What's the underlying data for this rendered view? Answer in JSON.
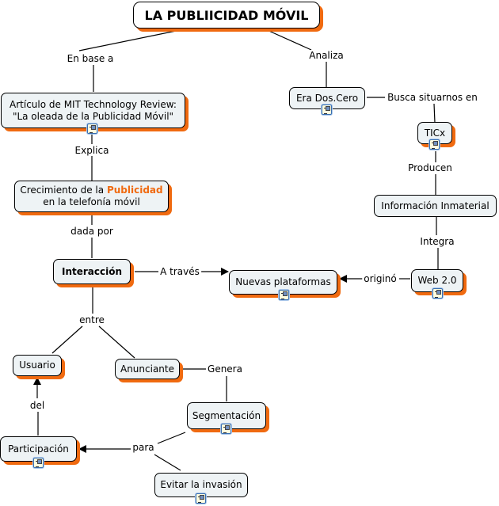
{
  "title": "LA PUBLIICIDAD MÓVIL",
  "colors": {
    "accent": "#f06a10",
    "node_fill": "#eef3f5",
    "line": "#000000"
  },
  "nodes": {
    "root": {
      "text": "LA PUBLIICIDAD MÓVIL"
    },
    "articulo": {
      "line1": "Artículo de MIT Technology Review:",
      "line2": "\"La oleada de la Publicidad Móvil\"",
      "has_resource": true
    },
    "crecimiento": {
      "pre": "Crecimiento de la ",
      "highlight": "Publicidad",
      "line2": "en la telefonía móvil"
    },
    "interaccion": {
      "text": "Interacción"
    },
    "era": {
      "text": "Era Dos.Cero",
      "has_resource": true
    },
    "ticx": {
      "text": "TICx",
      "has_resource": true
    },
    "info": {
      "text": "Información Inmaterial"
    },
    "web20": {
      "text": "Web 2.0",
      "has_resource": true
    },
    "nuevas": {
      "text": "Nuevas plataformas",
      "has_resource": true
    },
    "usuario": {
      "text": "Usuario"
    },
    "anunciante": {
      "text": "Anunciante"
    },
    "segmentacion": {
      "text": "Segmentación",
      "has_resource": true
    },
    "participacion": {
      "text": "Participación",
      "has_resource": true
    },
    "evitar": {
      "text": "Evitar la invasión",
      "has_resource": true
    }
  },
  "links": {
    "en_base_a": "En base a",
    "analiza": "Analiza",
    "explica": "Explica",
    "busca": "Busca situarnos en",
    "producen": "Producen",
    "dada_por": "dada por",
    "integra": "Integra",
    "a_traves": "A través",
    "origino": "originó",
    "entre": "entre",
    "genera": "Genera",
    "del": "del",
    "para": "para"
  }
}
